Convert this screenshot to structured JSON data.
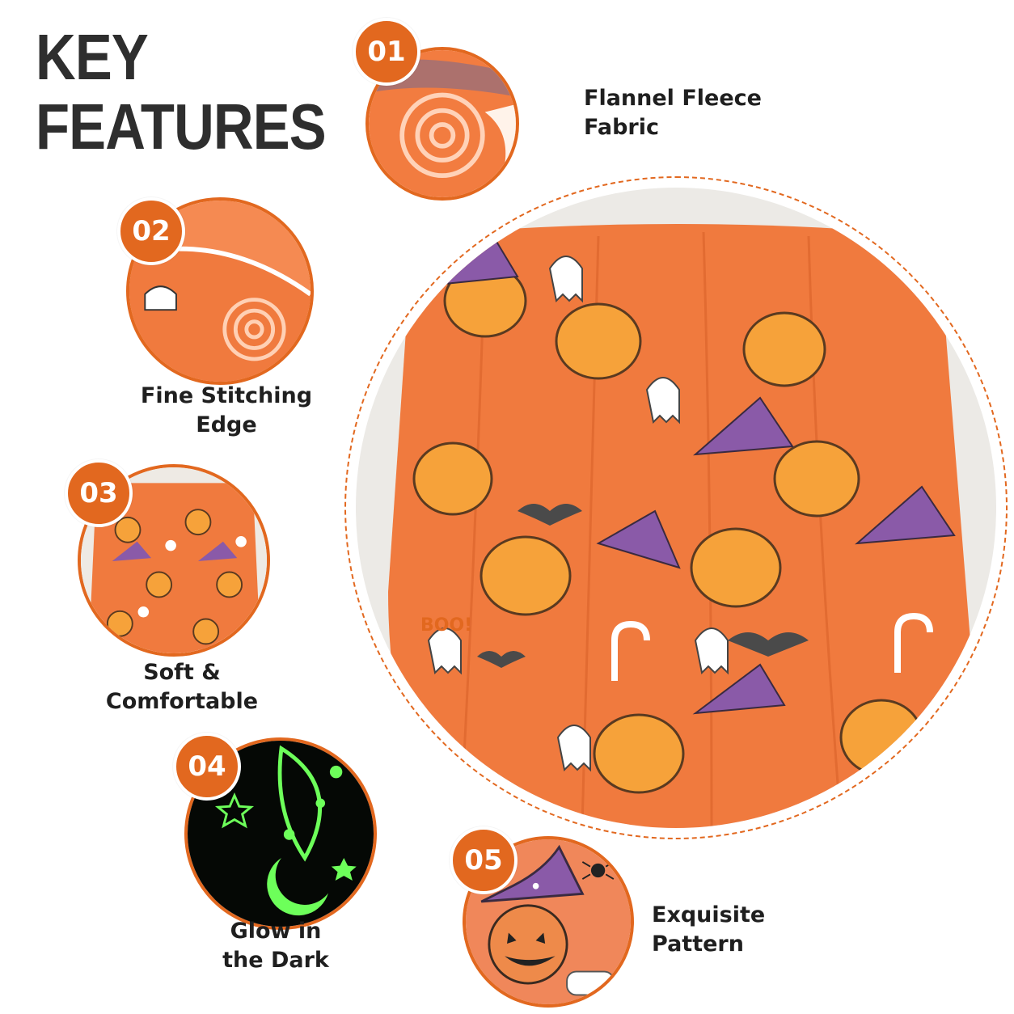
{
  "title": {
    "line1": "KEY",
    "line2": "FEATURES"
  },
  "features": [
    {
      "number": "01",
      "line1": "Flannel Fleece",
      "line2": "Fabric"
    },
    {
      "number": "02",
      "line1": "Fine Stitching",
      "line2": "Edge"
    },
    {
      "number": "03",
      "line1": "Soft &",
      "line2": "Comfortable"
    },
    {
      "number": "04",
      "line1": "Glow in",
      "line2": "the Dark"
    },
    {
      "number": "05",
      "line1": "Exquisite",
      "line2": "Pattern"
    }
  ],
  "blanket_print": {
    "boo_text": "BOO!"
  },
  "colors": {
    "accent": "#e2681f",
    "blanket": "#f07a3e",
    "pumpkin": "#f6a23a",
    "witch_hat": "#8a5aa8",
    "glow": "#6dff5a",
    "text": "#1f1f1f"
  }
}
